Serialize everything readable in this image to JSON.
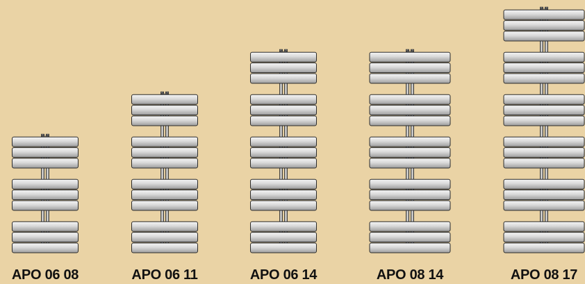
{
  "background_color": "#ead3a5",
  "radiators": [
    {
      "label": "APO 06 08",
      "sections": 3,
      "size": "06"
    },
    {
      "label": "APO 06 11",
      "sections": 4,
      "size": "06"
    },
    {
      "label": "APO 06 14",
      "sections": 5,
      "size": "06"
    },
    {
      "label": "APO 08 14",
      "sections": 5,
      "size": "08"
    },
    {
      "label": "APO 08 17",
      "sections": 6,
      "size": "08"
    }
  ]
}
